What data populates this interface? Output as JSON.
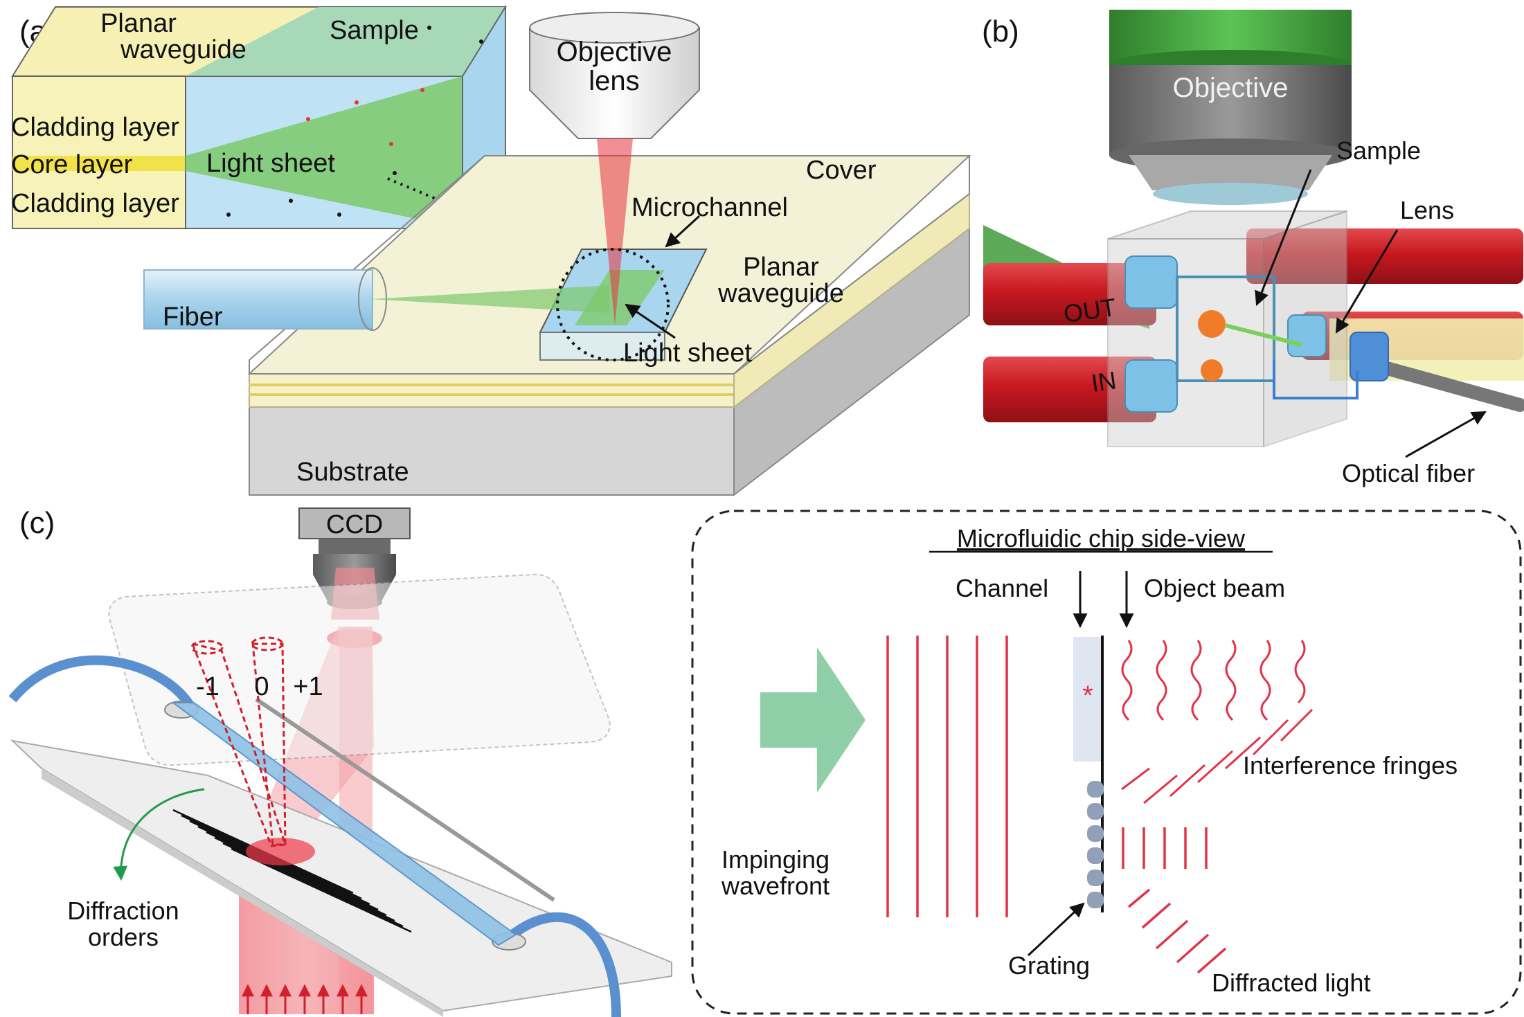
{
  "panels": {
    "a": {
      "letter": "(a)",
      "labels": {
        "planar_waveguide_top_1": "Planar",
        "planar_waveguide_top_2": "waveguide",
        "sample": "Sample",
        "cladding_top": "Cladding layer",
        "core": "Core layer",
        "light_sheet_inset": "Light sheet",
        "cladding_bottom": "Cladding layer",
        "objective_1": "Objective",
        "objective_2": "lens",
        "cover": "Cover",
        "microchannel": "Microchannel",
        "planar_waveguide_1": "Planar",
        "planar_waveguide_2": "waveguide",
        "fiber": "Fiber",
        "light_sheet": "Light sheet",
        "substrate": "Substrate"
      }
    },
    "b": {
      "letter": "(b)",
      "labels": {
        "objective": "Objective",
        "sample": "Sample",
        "lens": "Lens",
        "out": "OUT",
        "in": "IN",
        "optical_fiber": "Optical fiber"
      }
    },
    "c": {
      "letter": "(c)",
      "labels": {
        "ccd": "CCD",
        "order_minus": "-1",
        "order_zero": "0",
        "order_plus": "+1",
        "diffraction_1": "Diffraction",
        "diffraction_2": "orders",
        "side_view_title": "Microfluidic chip side-view",
        "channel": "Channel",
        "object_beam": "Object beam",
        "interference": "Interference fringes",
        "impinging_1": "Impinging",
        "impinging_2": "wavefront",
        "grating": "Grating",
        "diffracted": "Diffracted light",
        "sample_marker": "*"
      }
    }
  },
  "colors": {
    "yellow_layer": "#f7f3b8",
    "core_yellow": "#f2e24a",
    "blue_sample": "#bfe3f5",
    "green_sheet": "#7cc96b",
    "laser_red": "#e8333f",
    "tube_red": "#d9262e",
    "objective_green": "#3f9a3a",
    "fringe_red": "#e2334a",
    "arrow_green": "#8fd0a8"
  }
}
